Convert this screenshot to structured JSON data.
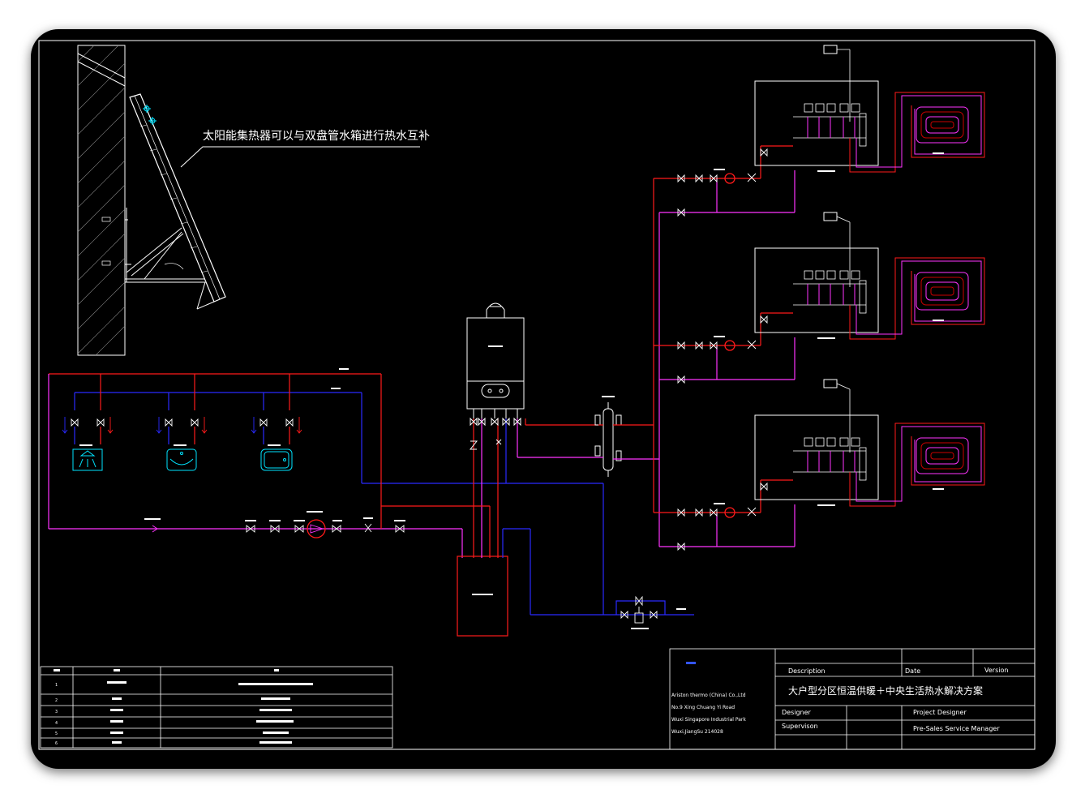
{
  "drawing": {
    "annotation": "太阳能集热器可以与双盘管水箱进行热水互补",
    "colors": {
      "background": "#000000",
      "line_white": "#ffffff",
      "supply_red": "#ff1a1a",
      "return_blue": "#2a2aff",
      "magenta": "#ff33ff",
      "cyan": "#00e5ff",
      "heat_red": "#cc0000"
    }
  },
  "title_block": {
    "company_lines": [
      "Ariston thermo (China) Co.,Ltd",
      "No.9 Xing Chuang Yi Road",
      "Wuxi Singapore Industrial Park",
      "Wuxi,JiangSu 214028"
    ],
    "description_label": "Description",
    "date_label": "Date",
    "version_label": "Version",
    "title": "大户型分区恒温供暖＋中央生活热水解决方案",
    "designer_label": "Designer",
    "supervisor_label": "Supervison",
    "project_designer_label": "Project Designer",
    "presales_label": "Pre-Sales Service Manager"
  },
  "legend": {
    "row_numbers": [
      "1",
      "2",
      "3",
      "4",
      "5",
      "6"
    ]
  }
}
